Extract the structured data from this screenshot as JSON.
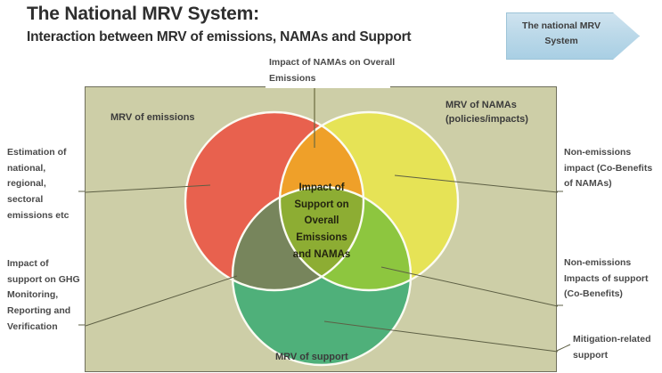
{
  "header": {
    "main_title": "The National MRV System:",
    "sub_title": "Interaction between MRV of emissions, NAMAs and Support"
  },
  "callout": {
    "line1": "The national MRV",
    "line2": "System",
    "shape": "right-arrow-pentagon",
    "fill": "#bcd9e9",
    "border": "#9dc4d8"
  },
  "diagram": {
    "background": "#cdcea7",
    "border_color": "#6f6f5c",
    "circle_labels": {
      "emissions": "MRV of emissions",
      "namas_line1": "MRV of NAMAs",
      "namas_line2": "(policies/impacts)",
      "support": "MRV of support"
    },
    "center_text": "Impact of Support on Overall Emissions and NAMAs",
    "center_lines": [
      "Impact of",
      "Support on",
      "Overall",
      "Emissions",
      "and NAMAs"
    ]
  },
  "annotations": {
    "top_center": "Impact of NAMAs on Overall Emissions",
    "left_1": "Estimation of national, regional, sectoral emissions etc",
    "left_2": "Impact of support on GHG Monitoring, Reporting and Verification",
    "right_1": "Non-emissions impact (Co-Benefits of NAMAs)",
    "right_2": "Non-emissions Impacts of support (Co-Benefits)",
    "right_3": "Mitigation-related support"
  },
  "chart_data": {
    "type": "venn",
    "title": "The National MRV System: Interaction between MRV of emissions, NAMAs and Support",
    "sets": [
      {
        "name": "MRV of emissions",
        "color": "#e8614e",
        "position": "top-left"
      },
      {
        "name": "MRV of NAMAs (policies/impacts)",
        "color": "#e6e356",
        "position": "top-right"
      },
      {
        "name": "MRV of support",
        "color": "#4fb07a",
        "position": "bottom-center"
      }
    ],
    "regions": [
      {
        "sets": [
          "MRV of emissions"
        ],
        "color": "#e8614e",
        "label": "Estimation of national, regional, sectoral emissions etc"
      },
      {
        "sets": [
          "MRV of NAMAs (policies/impacts)"
        ],
        "color": "#e6e356",
        "label": "Non-emissions impact (Co-Benefits of NAMAs)"
      },
      {
        "sets": [
          "MRV of support"
        ],
        "color": "#4fb07a",
        "label": "Mitigation-related support"
      },
      {
        "sets": [
          "MRV of emissions",
          "MRV of NAMAs (policies/impacts)"
        ],
        "color": "#efa029",
        "label": "Impact of NAMAs on Overall Emissions"
      },
      {
        "sets": [
          "MRV of emissions",
          "MRV of support"
        ],
        "color": "#77855c",
        "label": "Impact of support on GHG Monitoring, Reporting and Verification"
      },
      {
        "sets": [
          "MRV of NAMAs (policies/impacts)",
          "MRV of support"
        ],
        "color": "#8dc63f",
        "label": "Non-emissions Impacts of support (Co-Benefits)"
      },
      {
        "sets": [
          "MRV of emissions",
          "MRV of NAMAs (policies/impacts)",
          "MRV of support"
        ],
        "color": "#8dad33",
        "label": "Impact of Support on Overall Emissions and NAMAs"
      }
    ]
  }
}
